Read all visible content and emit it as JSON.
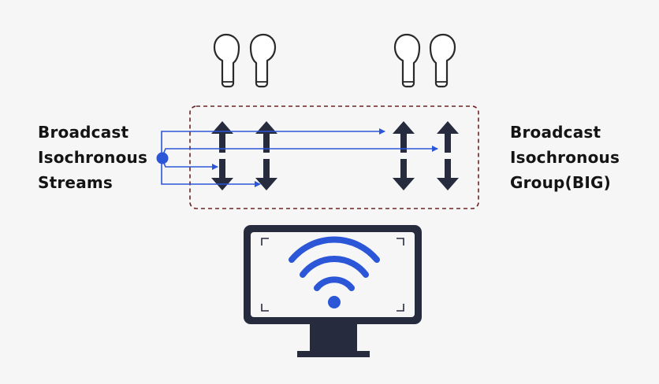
{
  "labels": {
    "left": [
      "Broadcast",
      "Isochronous",
      "Streams"
    ],
    "right": [
      "Broadcast",
      "Isochronous",
      "Group(BIG)"
    ]
  },
  "colors": {
    "background": "#f6f6f7",
    "accent_blue": "#2b56d8",
    "dark_navy": "#262b3e",
    "group_border": "#6b2424",
    "earbud_stroke": "#2a2a2a"
  },
  "icons": {
    "earbuds": "earbud-pair-icon",
    "stream_arrows": "bidirectional-arrow-icon",
    "source": "monitor-wifi-icon"
  }
}
